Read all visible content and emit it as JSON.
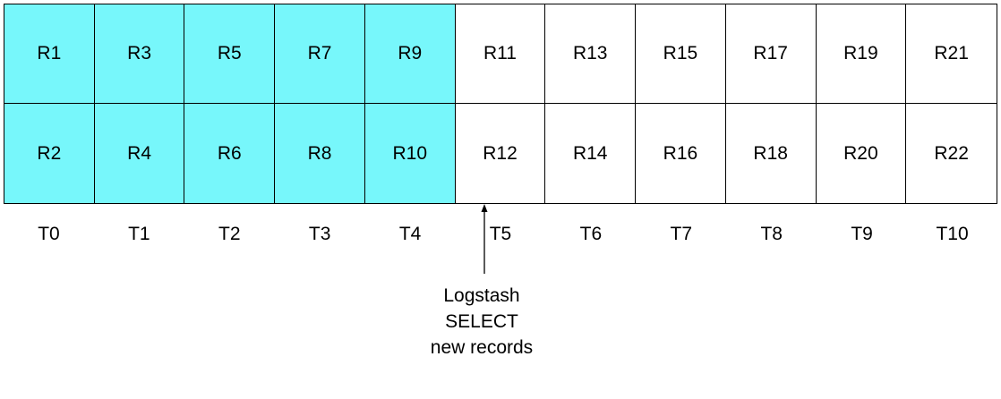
{
  "colors": {
    "consumed": "#77f7fb",
    "pending": "#ffffff",
    "line": "#000000"
  },
  "consumed_count": 10,
  "records": [
    "R1",
    "R2",
    "R3",
    "R4",
    "R5",
    "R6",
    "R7",
    "R8",
    "R9",
    "R10",
    "R11",
    "R12",
    "R13",
    "R14",
    "R15",
    "R16",
    "R17",
    "R18",
    "R19",
    "R20",
    "R21",
    "R22"
  ],
  "times": [
    "T0",
    "T1",
    "T2",
    "T3",
    "T4",
    "T5",
    "T6",
    "T7",
    "T8",
    "T9",
    "T10"
  ],
  "caption": {
    "line1": "Logstash",
    "line2": "SELECT",
    "line3": "new records"
  }
}
